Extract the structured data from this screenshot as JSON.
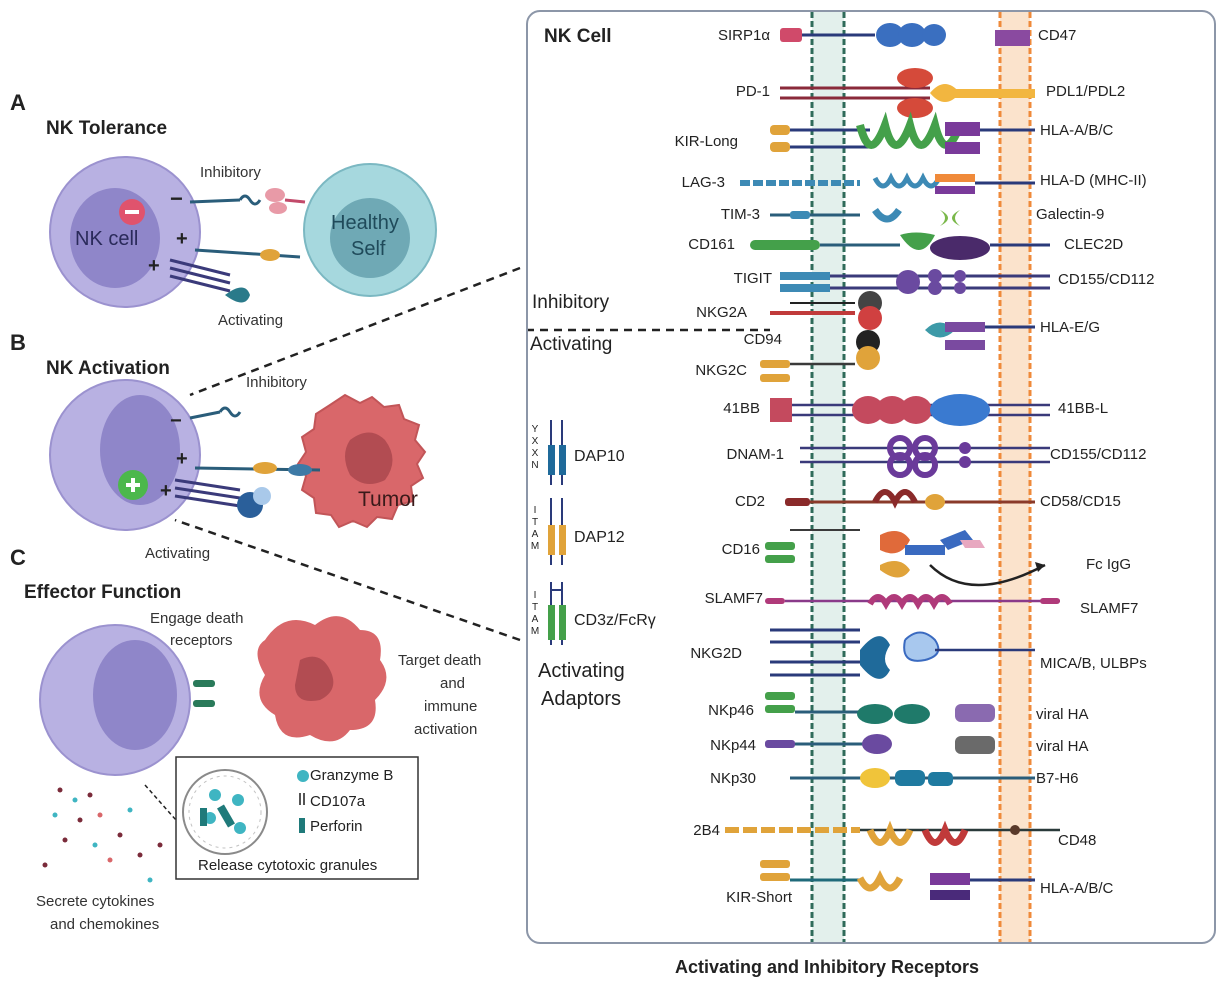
{
  "colors": {
    "nk_cell": "#b6b0e0",
    "nk_nucleus": "#8f86c9",
    "healthy": "#9fd3da",
    "tumor": "#d9676a",
    "panel_bg": "#eef0f5",
    "membrane_orange": "#f1a45a",
    "membrane_green": "#7fb8a7"
  },
  "panel_a": {
    "letter": "A",
    "title": "NK Tolerance",
    "cell_label": "NK cell",
    "target_label_1": "Healthy",
    "target_label_2": "Self",
    "inhibitory": "Inhibitory",
    "activating": "Activating",
    "minus": "−",
    "plus": "+"
  },
  "panel_b": {
    "letter": "B",
    "title": "NK Activation",
    "target_label": "Tumor",
    "inhibitory": "Inhibitory",
    "activating": "Activating",
    "minus": "−",
    "plus": "+"
  },
  "panel_c": {
    "letter": "C",
    "title": "Effector Function",
    "engage_1": "Engage death",
    "engage_2": "receptors",
    "target_1": "Target death",
    "target_2": "and",
    "target_3": "immune",
    "target_4": "activation",
    "secrete_1": "Secrete cytokines",
    "secrete_2": "and chemokines",
    "granule_legend": [
      "Granzyme B",
      "CD107a",
      "Perforin"
    ],
    "release_label": "Release cytotoxic granules"
  },
  "right_panel": {
    "title": "NK Cell",
    "inhibitory_label": "Inhibitory",
    "activating_label": "Activating",
    "adaptors": [
      {
        "motif": [
          "Y",
          "X",
          "X",
          "N"
        ],
        "name": "DAP10"
      },
      {
        "motif": [
          "I",
          "T",
          "A",
          "M"
        ],
        "name": "DAP12"
      },
      {
        "motif": [
          "I",
          "T",
          "A",
          "M"
        ],
        "name": "CD3z/FcRγ"
      }
    ],
    "adaptors_title_1": "Activating",
    "adaptors_title_2": "Adaptors",
    "receptors": [
      {
        "left": "SIRP1α",
        "right": "CD47"
      },
      {
        "left": "PD-1",
        "right": "PDL1/PDL2"
      },
      {
        "left": "KIR-Long",
        "right": "HLA-A/B/C"
      },
      {
        "left": "LAG-3",
        "right": "HLA-D (MHC-II)"
      },
      {
        "left": "TIM-3",
        "right": "Galectin-9"
      },
      {
        "left": "CD161",
        "right": "CLEC2D"
      },
      {
        "left": "TIGIT",
        "right": "CD155/CD112"
      },
      {
        "left": "NKG2A",
        "right": ""
      },
      {
        "left": "CD94",
        "right": "HLA-E/G"
      },
      {
        "left": "NKG2C",
        "right": ""
      },
      {
        "left": "41BB",
        "right": "41BB-L"
      },
      {
        "left": "DNAM-1",
        "right": "CD155/CD112"
      },
      {
        "left": "CD2",
        "right": "CD58/CD15"
      },
      {
        "left": "CD16",
        "right": "Fc IgG"
      },
      {
        "left": "SLAMF7",
        "right": "SLAMF7"
      },
      {
        "left": "NKG2D",
        "right": "MICA/B, ULBPs"
      },
      {
        "left": "NKp46",
        "right": "viral HA"
      },
      {
        "left": "NKp44",
        "right": "viral HA"
      },
      {
        "left": "NKp30",
        "right": "B7-H6"
      },
      {
        "left": "2B4",
        "right": "CD48"
      },
      {
        "left": "KIR-Short",
        "right": "HLA-A/B/C"
      }
    ]
  },
  "footer": "Activating and Inhibitory Receptors"
}
